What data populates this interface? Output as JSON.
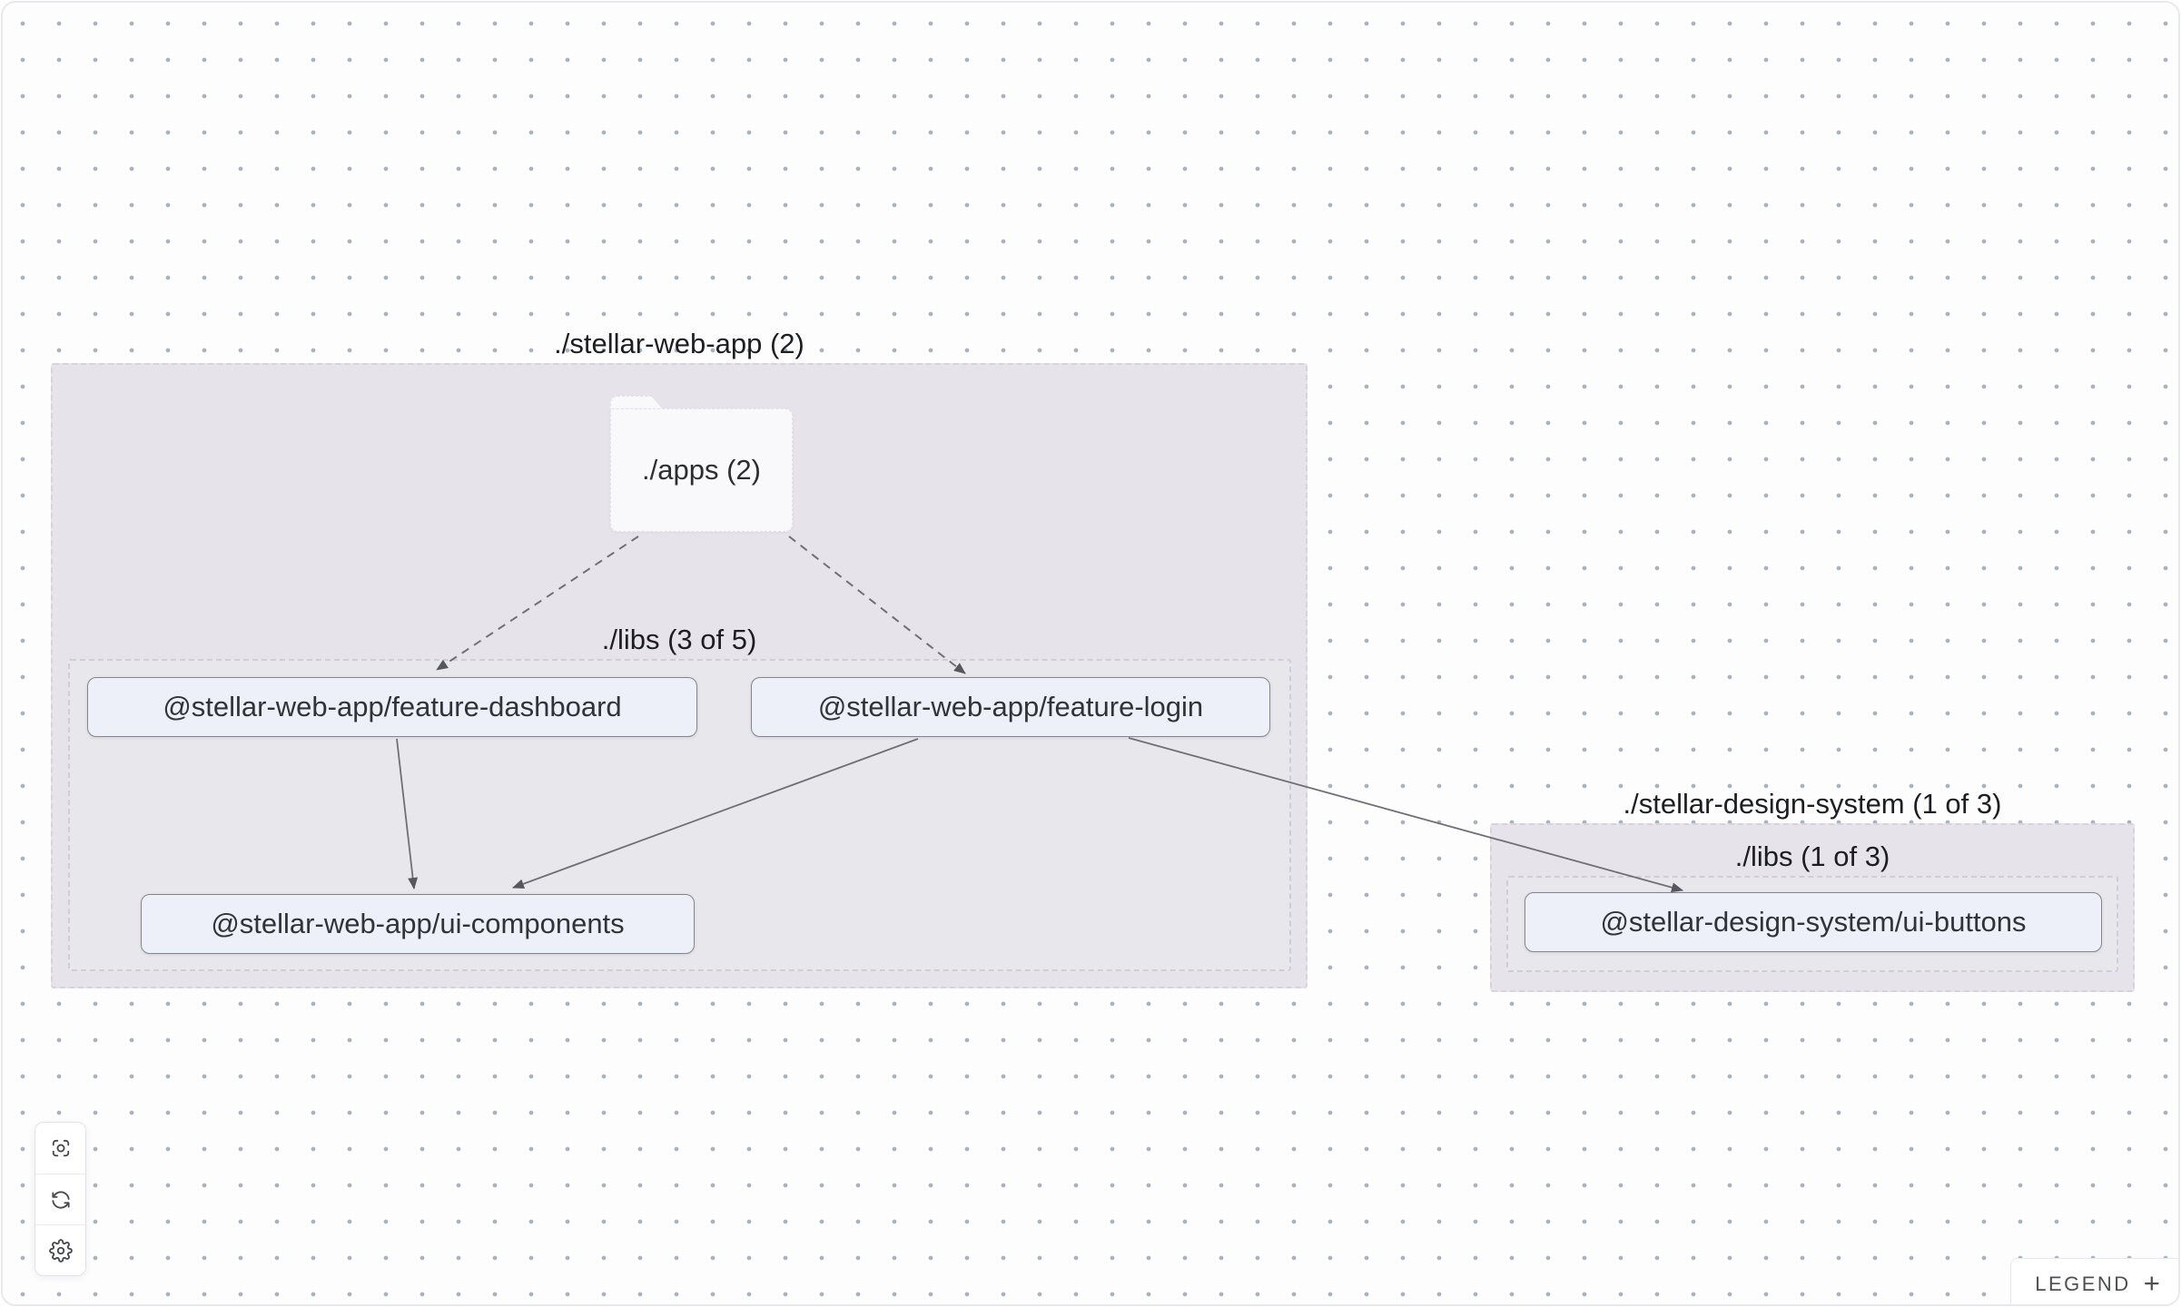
{
  "graph": {
    "groups": [
      {
        "id": "stellar-web-app",
        "label": "./stellar-web-app (2)",
        "libs_label": "./libs (3 of 5)"
      },
      {
        "id": "stellar-design-system",
        "label": "./stellar-design-system (1 of 3)",
        "libs_label": "./libs (1 of 3)"
      }
    ],
    "folder": {
      "label": "./apps (2)"
    },
    "nodes": [
      {
        "id": "feature-dashboard",
        "label": "@stellar-web-app/feature-dashboard"
      },
      {
        "id": "feature-login",
        "label": "@stellar-web-app/feature-login"
      },
      {
        "id": "ui-components",
        "label": "@stellar-web-app/ui-components"
      },
      {
        "id": "ui-buttons",
        "label": "@stellar-design-system/ui-buttons"
      }
    ],
    "edges": [
      {
        "from": "./apps",
        "to": "@stellar-web-app/feature-dashboard",
        "style": "dashed"
      },
      {
        "from": "./apps",
        "to": "@stellar-web-app/feature-login",
        "style": "dashed"
      },
      {
        "from": "@stellar-web-app/feature-dashboard",
        "to": "@stellar-web-app/ui-components",
        "style": "solid"
      },
      {
        "from": "@stellar-web-app/feature-login",
        "to": "@stellar-web-app/ui-components",
        "style": "solid"
      },
      {
        "from": "@stellar-web-app/feature-login",
        "to": "@stellar-design-system/ui-buttons",
        "style": "solid"
      }
    ]
  },
  "toolbar": {
    "buttons": [
      {
        "icon": "focus-icon"
      },
      {
        "icon": "refresh-icon"
      },
      {
        "icon": "settings-icon"
      }
    ]
  },
  "legend": {
    "label": "LEGEND",
    "expand_icon": "+"
  },
  "colors": {
    "canvas_bg": "#fdfdfe",
    "dot": "#a8b1c0",
    "group_fill": "#e6e4ea",
    "group_border": "#d6d3dd",
    "folder_fill": "#f9f8fb",
    "node_fill": "#edf0f8",
    "node_border": "#85858e",
    "edge": "#6f7075",
    "label_text": "#1d1e21"
  }
}
